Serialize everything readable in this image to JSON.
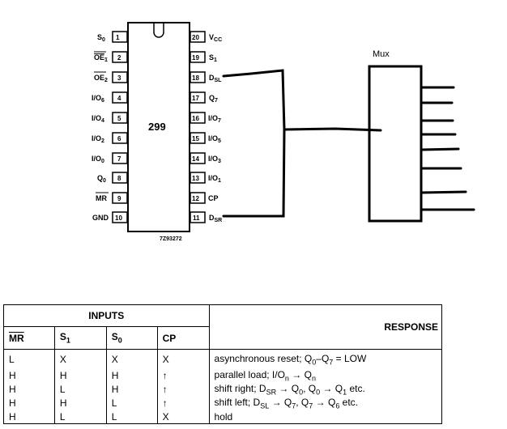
{
  "chip": {
    "name": "299",
    "part_code": "7Z93272",
    "left_pins": [
      {
        "num": "1",
        "label": "S0"
      },
      {
        "num": "2",
        "label": "OE1"
      },
      {
        "num": "3",
        "label": "OE2"
      },
      {
        "num": "4",
        "label": "I/O6"
      },
      {
        "num": "5",
        "label": "I/O4"
      },
      {
        "num": "6",
        "label": "I/O2"
      },
      {
        "num": "7",
        "label": "I/O0"
      },
      {
        "num": "8",
        "label": "Q0"
      },
      {
        "num": "9",
        "label": "MR"
      },
      {
        "num": "10",
        "label": "GND"
      }
    ],
    "right_pins": [
      {
        "num": "20",
        "label": "VCC"
      },
      {
        "num": "19",
        "label": "S1"
      },
      {
        "num": "18",
        "label": "DSL"
      },
      {
        "num": "17",
        "label": "Q7"
      },
      {
        "num": "16",
        "label": "I/O7"
      },
      {
        "num": "15",
        "label": "I/O5"
      },
      {
        "num": "14",
        "label": "I/O3"
      },
      {
        "num": "13",
        "label": "I/O1"
      },
      {
        "num": "12",
        "label": "CP"
      },
      {
        "num": "11",
        "label": "DSR"
      }
    ]
  },
  "mux": {
    "label": "Mux"
  },
  "table": {
    "inputs_header": "INPUTS",
    "response_header": "RESPONSE",
    "columns": [
      "MR",
      "S1",
      "S0",
      "CP"
    ],
    "rows": [
      {
        "mr": "L",
        "s1": "X",
        "s0": "X",
        "cp": "X",
        "response": "asynchronous reset; Q0–Q7 = LOW"
      },
      {
        "mr": "H",
        "s1": "H",
        "s0": "H",
        "cp": "↑",
        "response": "parallel load; I/On → Qn"
      },
      {
        "mr": "H",
        "s1": "L",
        "s0": "H",
        "cp": "↑",
        "response": "shift right; DSR → Q0, Q0 → Q1 etc."
      },
      {
        "mr": "H",
        "s1": "H",
        "s0": "L",
        "cp": "↑",
        "response": "shift left; DSL → Q7, Q7 → Q6 etc."
      },
      {
        "mr": "H",
        "s1": "L",
        "s0": "L",
        "cp": "X",
        "response": "hold"
      }
    ]
  }
}
